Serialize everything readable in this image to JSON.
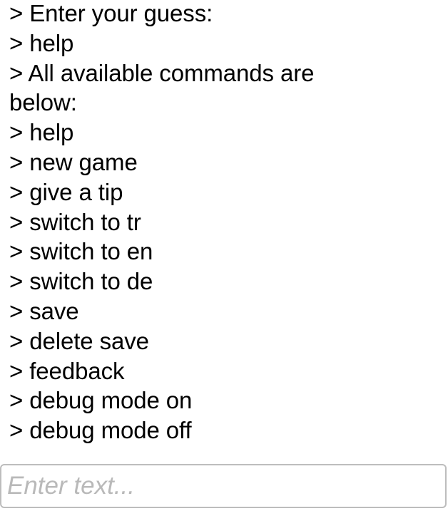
{
  "console": {
    "lines": [
      "> Enter your guess:",
      "> help",
      "> All available commands are\nbelow:",
      "> help",
      "> new game",
      "> give a tip",
      "> switch to tr",
      "> switch to en",
      "> switch to de",
      "> save",
      "> delete save",
      "> feedback",
      "> debug mode on",
      "> debug mode off"
    ]
  },
  "input": {
    "value": "",
    "placeholder": "Enter text..."
  }
}
